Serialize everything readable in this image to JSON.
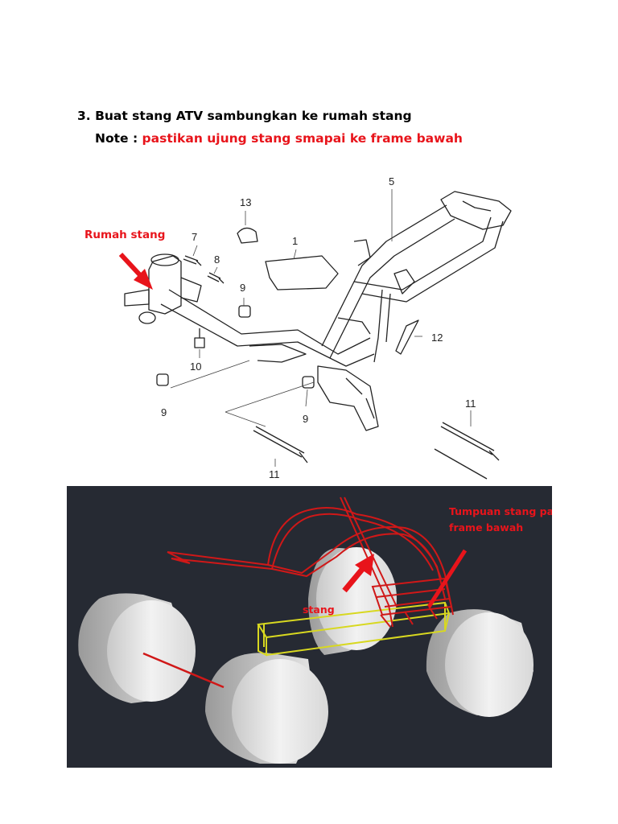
{
  "heading": {
    "step": "3. Buat stang ATV sambungkan ke rumah stang",
    "note_prefix": "Note :",
    "note_text": "pastikan ujung stang smapai ke frame bawah"
  },
  "diagram": {
    "callout": "Rumah stang",
    "part_numbers": [
      "13",
      "7",
      "8",
      "1",
      "9",
      "5",
      "10",
      "12",
      "9",
      "9",
      "11",
      "11"
    ]
  },
  "render": {
    "callout_top_line1": "Tumpuan stang pada",
    "callout_top_line2": "frame bawah",
    "callout_stang": "stang"
  },
  "colors": {
    "accent_red": "#e8141b",
    "cad_background": "#262a33",
    "frame_red": "#d01818",
    "frame_yellow": "#d8d820"
  }
}
